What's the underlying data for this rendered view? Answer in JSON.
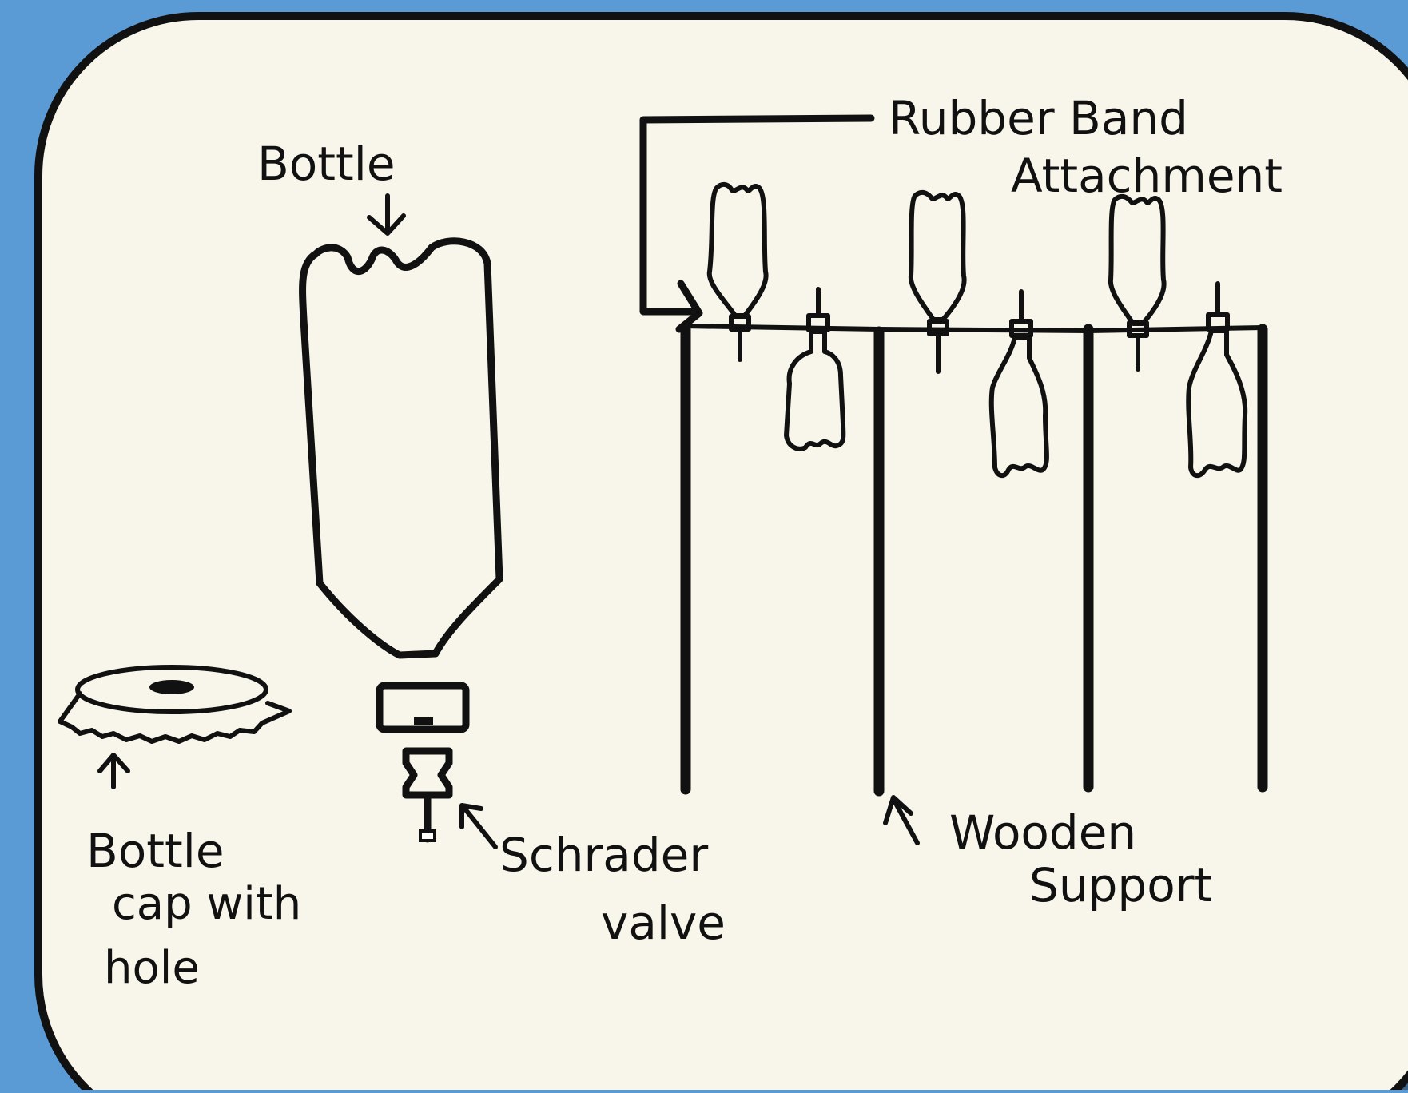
{
  "colors": {
    "background": "#5b9bd5",
    "panel": "#f8f6ea",
    "ink": "#111111"
  },
  "labels": {
    "bottle": "Bottle",
    "rubber_band_line1": "Rubber Band",
    "rubber_band_line2": "Attachment",
    "cap_line1": "Bottle",
    "cap_line2": "cap with",
    "cap_line3": "hole",
    "schrader_line1": "Schrader",
    "schrader_line2": "valve",
    "wooden_line1": "Wooden",
    "wooden_line2": "Support"
  }
}
